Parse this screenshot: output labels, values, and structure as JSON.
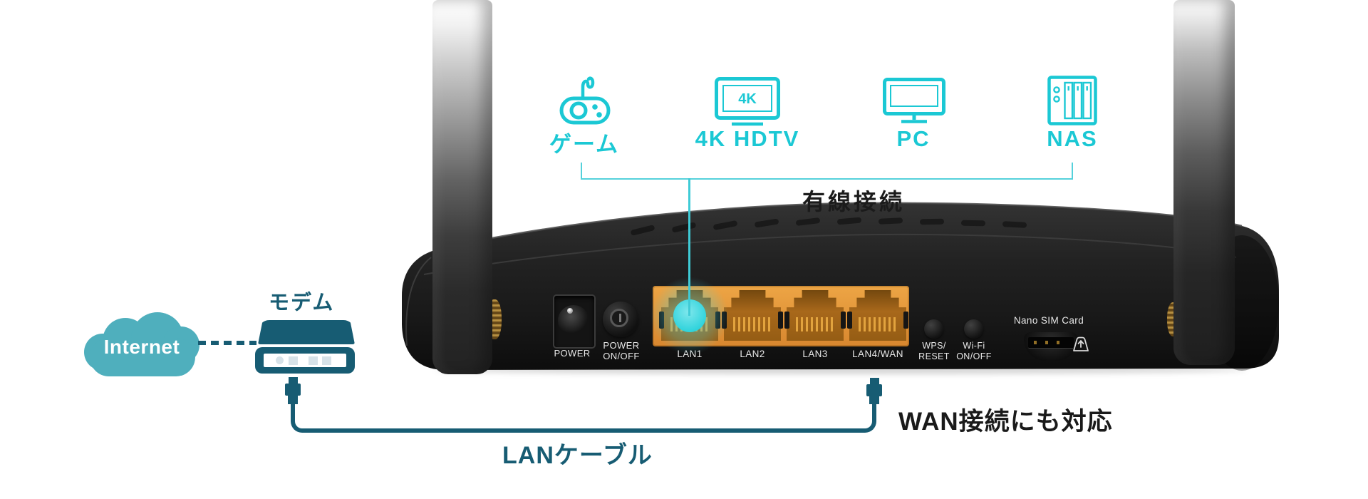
{
  "devices": {
    "items": [
      {
        "id": "game",
        "label": "ゲーム"
      },
      {
        "id": "tv",
        "label": "4K HDTV",
        "badge": "4K"
      },
      {
        "id": "pc",
        "label": "PC"
      },
      {
        "id": "nas",
        "label": "NAS"
      }
    ],
    "wired_label": "有線接続"
  },
  "internet": {
    "cloud_label": "Internet"
  },
  "modem": {
    "label": "モデム"
  },
  "cables": {
    "lan_label": "LANケーブル",
    "wan_note": "WAN接続にも対応"
  },
  "router": {
    "power_jack_label": "POWER",
    "power_switch_line1": "POWER",
    "power_switch_line2": "ON/OFF",
    "lan_ports": [
      {
        "label": "LAN1"
      },
      {
        "label": "LAN2"
      },
      {
        "label": "LAN3"
      },
      {
        "label": "LAN4/WAN"
      }
    ],
    "wps_line1": "WPS/",
    "wps_line2": "RESET",
    "wifi_line1": "Wi-Fi",
    "wifi_line2": "ON/OFF",
    "sim_label": "Nano SIM Card"
  },
  "colors": {
    "cyan": "#1BC8D4",
    "cyan_line": "#55D1DB",
    "teal": "#175C73",
    "cloud": "#4FAFBD",
    "orange": "#E0923A",
    "glow": "#35D6DE",
    "dark_text": "#1A1A1A"
  }
}
